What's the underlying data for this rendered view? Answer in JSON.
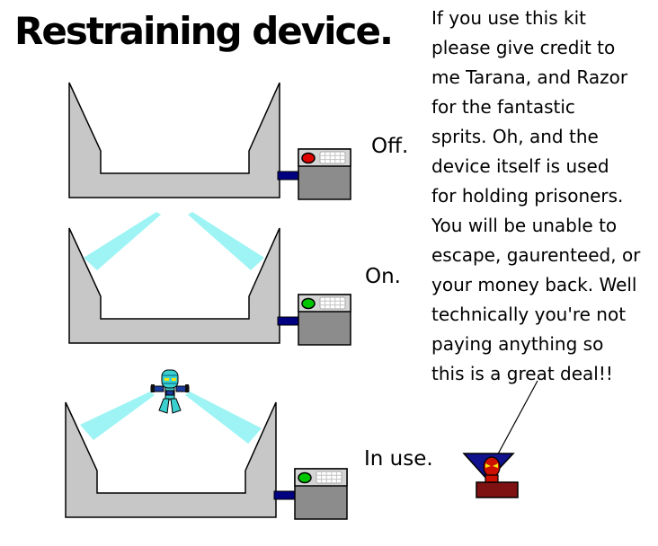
{
  "title": "Restraining device.",
  "figures": [
    {
      "label": "Off.",
      "state": "off"
    },
    {
      "label": "On.",
      "state": "on"
    },
    {
      "label": "In use.",
      "state": "in-use"
    }
  ],
  "credit_note": {
    "lines": [
      "If you use this kit",
      "please give credit to",
      "me Tarana, and Razor",
      "for the fantastic",
      "sprits. Oh, and the",
      "device itself is used",
      "for holding prisoners.",
      "You will be unable to",
      "escape, gaurenteed, or",
      "your money back. Well",
      "technically you're not",
      "paying anything so",
      "this is a great deal!!"
    ]
  },
  "colors": {
    "device_gray": "#C7C7C7",
    "beam_cyan": "#9EF4F4",
    "cable_navy": "#000080",
    "panel_light": "#D4D4D4",
    "panel_dark": "#8C8C8C",
    "led_red": "#E00000",
    "led_green": "#00C800",
    "trap_blue": "#12128F",
    "brick_red": "#7E1111",
    "prisoner_red": "#CC1100",
    "captive_cyan": "#3CCFCF",
    "captive_navy": "#1A3A9E",
    "eye_yellow": "#F2E50C"
  }
}
